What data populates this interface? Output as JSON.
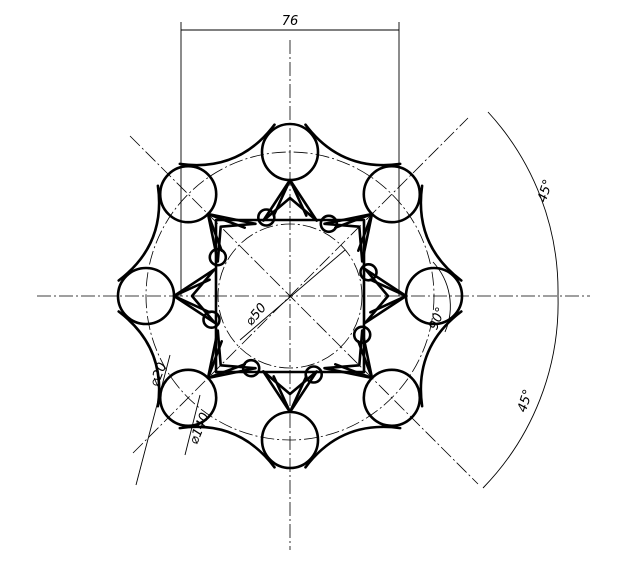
{
  "dimensions": {
    "width": "76",
    "pitch_diameter": "⌀140",
    "hole_diameter": "⌀20",
    "center_hole": "⌀50",
    "angle_upper": "45°",
    "angle_lower": "45°",
    "angle_inner": "90°"
  },
  "drawing": {
    "outer_holes": 8,
    "angular_pitch_deg": 45,
    "inner_notches": 8
  }
}
